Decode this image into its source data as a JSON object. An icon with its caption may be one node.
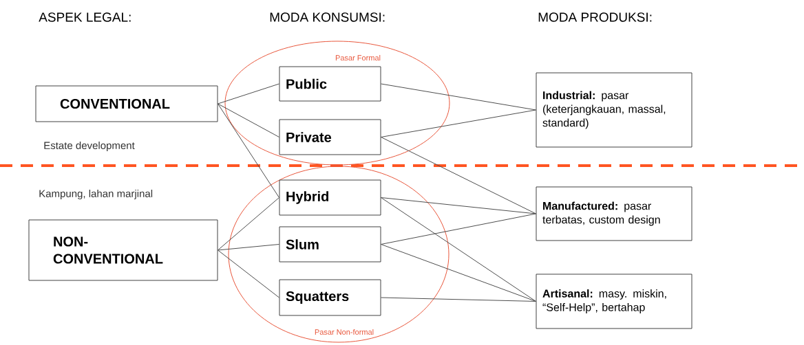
{
  "diagram": {
    "nodes": [
      {
        "text": [
          "Pasar Formal"
        ]
      },
      {
        "text": [
          "CONVENTIONAL"
        ],
        "beside": [
          "Estate development"
        ]
      },
      {
        "text": [
          "Public"
        ],
        "in": 0
      },
      {
        "text": [
          "Private"
        ],
        "in": 0
      },
      {
        "text": [
          "**Industrial:** pasar (keterjangkauan, massal, standard)"
        ]
      },
      {
        "text": [
          "NON-CONVENTIONAL"
        ],
        "beside": [
          "Kampung, lahan marjinal"
        ]
      },
      {
        "text": [
          "Pasar Non-formal"
        ]
      },
      {
        "text": [
          "Hybrid"
        ],
        "in": 6
      },
      {
        "text": [
          "Slum"
        ],
        "in": 6
      },
      {
        "text": [
          "Squatters"
        ],
        "in": 6
      },
      {
        "text": [
          "**Manufactured:** pasar terbatas, custom design"
        ]
      },
      {
        "text": [
          "**Artisanal:** masy. miskin, “Self-Help”, bertahap"
        ]
      }
    ],
    "edges": [
      {
        "from": 1,
        "to": 2,
        "arrow": "none"
      },
      {
        "from": 1,
        "to": 3,
        "arrow": "none"
      },
      {
        "from": 1,
        "to": 7,
        "arrow": "none"
      },
      {
        "from": 2,
        "to": 4,
        "arrow": "none"
      },
      {
        "from": 3,
        "to": 4,
        "arrow": "none"
      },
      {
        "from": 3,
        "to": 10,
        "arrow": "none"
      },
      {
        "from": 5,
        "to": 7,
        "arrow": "none"
      },
      {
        "from": 5,
        "to": 8,
        "arrow": "none"
      },
      {
        "from": 5,
        "to": 9,
        "arrow": "none"
      },
      {
        "from": 7,
        "to": 10,
        "arrow": "none"
      },
      {
        "from": 7,
        "to": 11,
        "arrow": "none"
      },
      {
        "from": 8,
        "to": 10,
        "arrow": "none"
      },
      {
        "from": 8,
        "to": 11,
        "arrow": "none"
      },
      {
        "from": 9,
        "to": 11,
        "arrow": "none"
      }
    ],
    "labels": [
      "ASPEK LEGAL:",
      "MODA KONSUMSI:",
      "MODA PRODUKSI:"
    ]
  }
}
